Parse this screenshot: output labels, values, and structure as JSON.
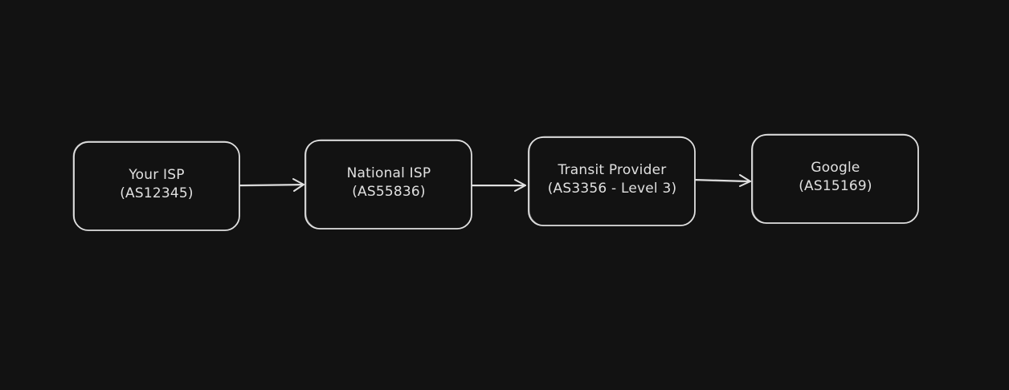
{
  "diagram": {
    "nodes": [
      {
        "id": "your-isp",
        "line1": "Your ISP",
        "line2": "(AS12345)"
      },
      {
        "id": "national-isp",
        "line1": "National ISP",
        "line2": "(AS55836)"
      },
      {
        "id": "transit-provider",
        "line1": "Transit Provider",
        "line2": "(AS3356 - Level 3)"
      },
      {
        "id": "google",
        "line1": "Google",
        "line2": "(AS15169)"
      }
    ],
    "edges": [
      {
        "from": "your-isp",
        "to": "national-isp"
      },
      {
        "from": "national-isp",
        "to": "transit-provider"
      },
      {
        "from": "transit-provider",
        "to": "google"
      }
    ],
    "colors": {
      "background": "#121212",
      "stroke": "#e0e0e0",
      "text": "#e0e0e0"
    }
  }
}
